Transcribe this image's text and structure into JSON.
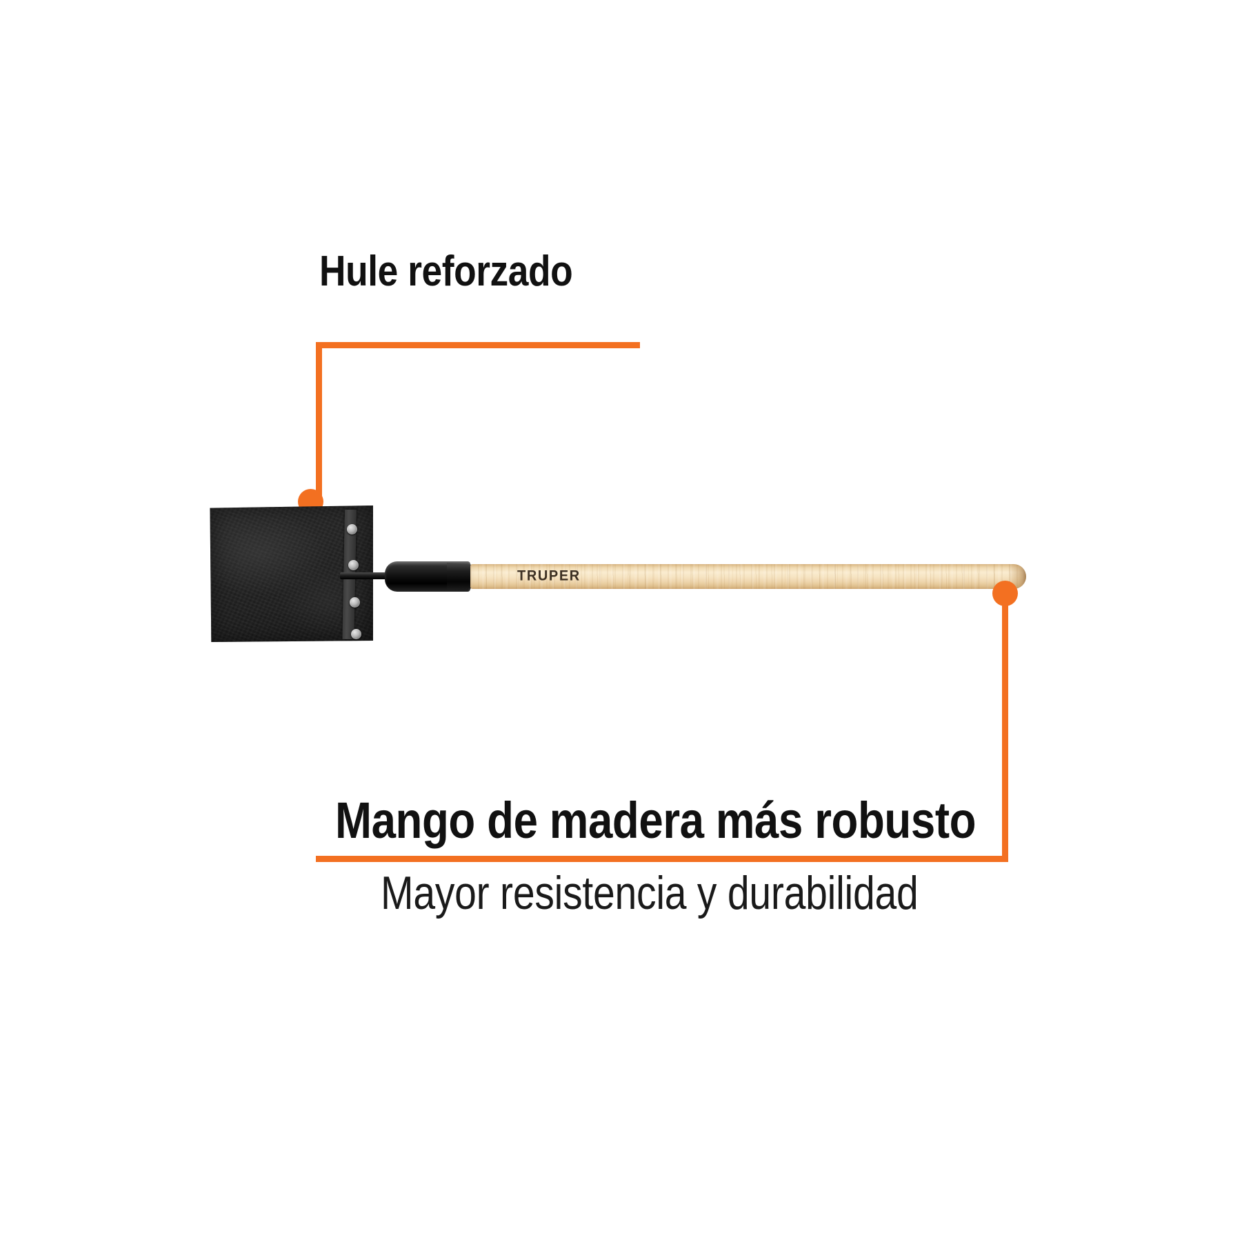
{
  "product": {
    "brand": "TRUPER",
    "type": "pala-cuadrada-hule-reforzado",
    "blade_material": "hule reforzado",
    "handle_material": "madera"
  },
  "accent_color": "#F37021",
  "callouts": [
    {
      "id": "blade-callout",
      "title": "Hule reforzado",
      "subtitle": "",
      "target": "blade"
    },
    {
      "id": "handle-callout",
      "title": "Mango de madera más robusto",
      "subtitle": "Mayor resistencia y durabilidad",
      "target": "handle-end"
    }
  ]
}
